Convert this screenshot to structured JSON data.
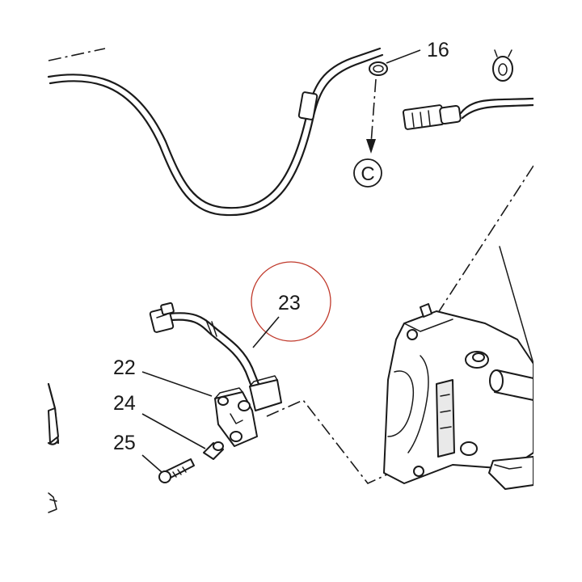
{
  "diagram": {
    "callouts": [
      {
        "id": "c16",
        "label": "16"
      },
      {
        "id": "c22",
        "label": "22"
      },
      {
        "id": "c23",
        "label": "23"
      },
      {
        "id": "c24",
        "label": "24"
      },
      {
        "id": "c25",
        "label": "25"
      }
    ],
    "reference_marker": "C",
    "highlight_color": "#c0392b",
    "line_color": "#1a1a1a"
  }
}
